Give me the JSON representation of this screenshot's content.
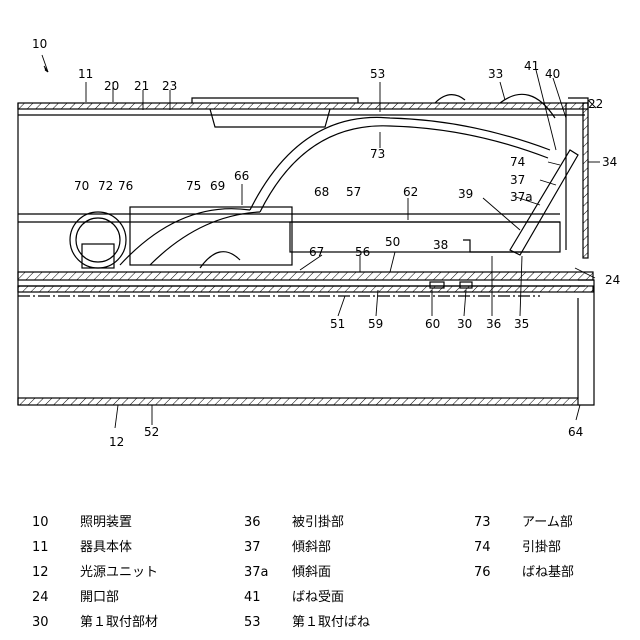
{
  "figure": {
    "ref_labels": [
      "10",
      "11",
      "20",
      "21",
      "23",
      "53",
      "33",
      "41",
      "40",
      "22",
      "34",
      "74",
      "37",
      "37a",
      "73",
      "39",
      "66",
      "70",
      "72",
      "76",
      "75",
      "69",
      "68",
      "57",
      "62",
      "38",
      "50",
      "67",
      "56",
      "24",
      "51",
      "59",
      "60",
      "30",
      "36",
      "35",
      "12",
      "52",
      "64"
    ]
  },
  "legend": [
    {
      "num": "10",
      "text": "照明装置"
    },
    {
      "num": "11",
      "text": "器具本体"
    },
    {
      "num": "12",
      "text": "光源ユニット"
    },
    {
      "num": "24",
      "text": "開口部"
    },
    {
      "num": "30",
      "text": "第１取付部材"
    },
    {
      "num": "36",
      "text": "被引掛部"
    },
    {
      "num": "37",
      "text": "傾斜部"
    },
    {
      "num": "37a",
      "text": "傾斜面"
    },
    {
      "num": "41",
      "text": "ばね受面"
    },
    {
      "num": "53",
      "text": "第１取付ばね"
    },
    {
      "num": "73",
      "text": "アーム部"
    },
    {
      "num": "74",
      "text": "引掛部"
    },
    {
      "num": "76",
      "text": "ばね基部"
    }
  ]
}
